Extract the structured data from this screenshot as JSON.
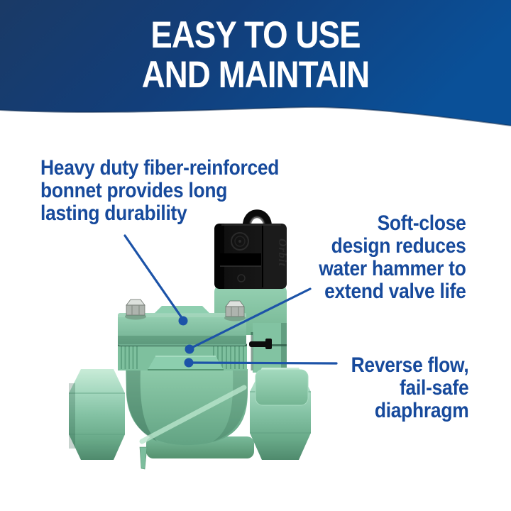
{
  "header": {
    "title_line1": "EASY TO USE",
    "title_line2": "AND MAINTAIN"
  },
  "callouts": {
    "bonnet": {
      "text": "Heavy duty fiber-reinforced\nbonnet provides long\nlasting durability"
    },
    "soft_close": {
      "text": "Soft-close\ndesign reduces\nwater hammer to\nextend valve life"
    },
    "diaphragm": {
      "text": "Reverse flow,\nfail-safe\ndiaphragm"
    }
  },
  "product": {
    "solenoid_logo": "Orbit"
  },
  "colors": {
    "banner_dark": "#1a3a66",
    "banner_light": "#0a5098",
    "title_text": "#ffffff",
    "callout_text": "#174a9c",
    "callout_line": "#1c53a8",
    "valve_green": "#7fbfa0",
    "valve_green_light": "#a9dcc2",
    "valve_green_dark": "#4f8a6d",
    "solenoid_black": "#121212"
  }
}
